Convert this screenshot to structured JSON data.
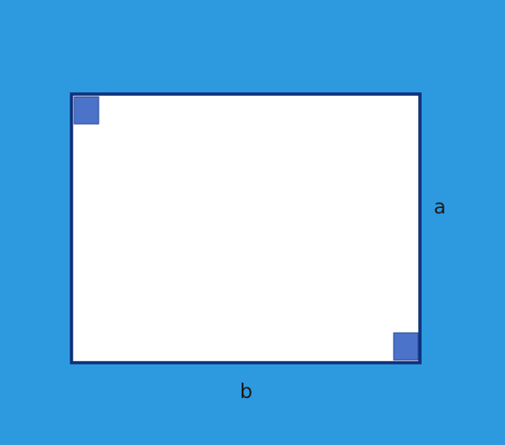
{
  "diagram": {
    "shape": "rectangle",
    "labels": {
      "side_a": "a",
      "side_b": "b"
    },
    "right_angle_markers": [
      "top-left",
      "bottom-right"
    ],
    "colors": {
      "background": "#2d9ae0",
      "fill": "#ffffff",
      "outline": "#0f2f7a",
      "marker": "#4a73c9"
    }
  }
}
